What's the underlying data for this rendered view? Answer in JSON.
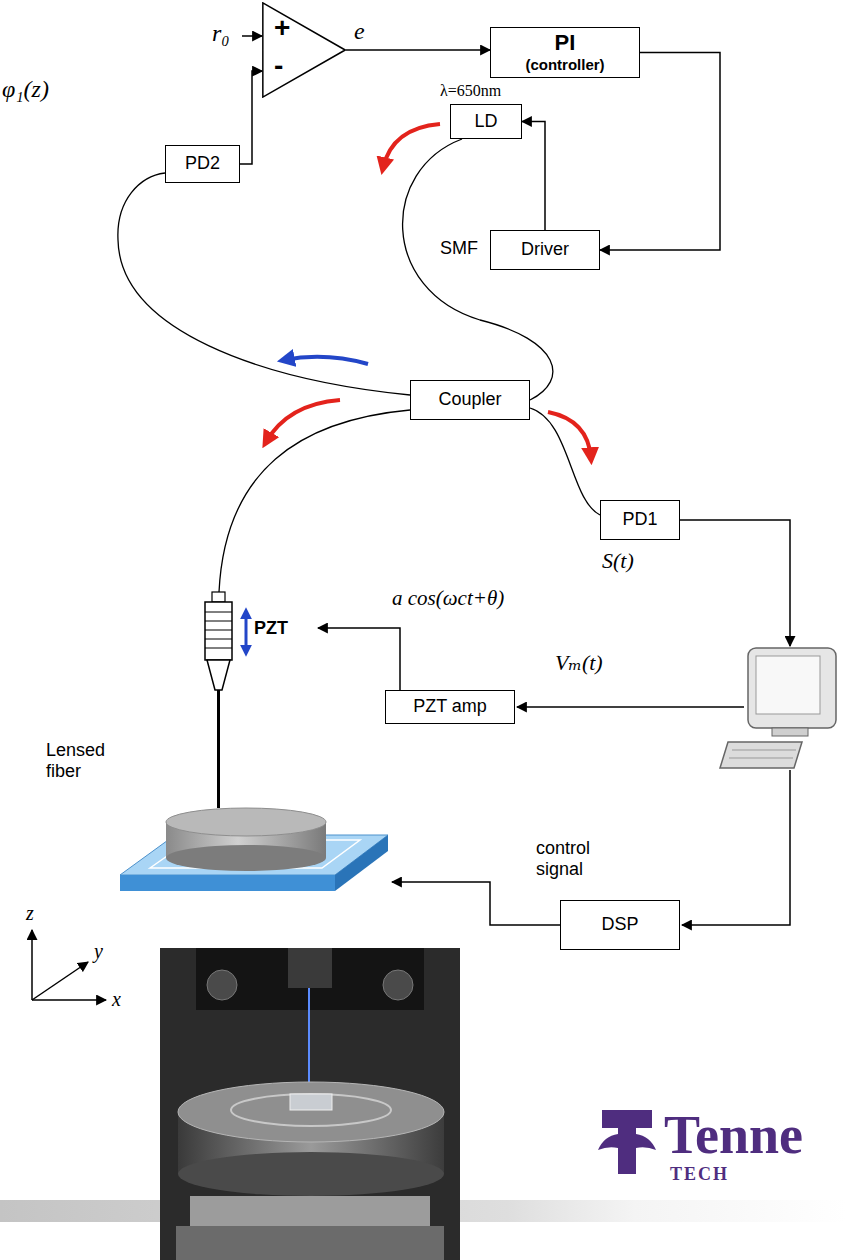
{
  "diagram": {
    "nodes": [
      {
        "text": [
          "+",
          "-"
        ]
      },
      {
        "text": [
          "PI",
          "(controller)"
        ]
      },
      {
        "text": [
          "LD"
        ]
      },
      {
        "text": [
          "PD2"
        ]
      },
      {
        "text": [
          "Driver"
        ]
      },
      {
        "text": [
          "Coupler"
        ]
      },
      {
        "text": [
          "PD1"
        ]
      },
      {
        "text": [
          "PZT amp"
        ]
      },
      {
        "text": [
          "DSP"
        ]
      }
    ],
    "edges": [
      {
        "from": 0,
        "to": 1,
        "label": "e",
        "arrow": "to"
      },
      {
        "from": 1,
        "to": 4,
        "arrow": "to"
      },
      {
        "from": 4,
        "to": 2,
        "arrow": "to"
      },
      {
        "from": 2,
        "to": 5,
        "arrow": "none"
      },
      {
        "from": 5,
        "to": 3,
        "arrow": "none"
      },
      {
        "from": 3,
        "to": 0,
        "arrow": "to"
      },
      {
        "from": 5,
        "to": 6,
        "arrow": "none"
      }
    ],
    "labels": [
      "φ₁(z)",
      "r₀",
      "λ=650nm",
      "SMF",
      "S(t)",
      "PZT",
      "a cos(ωct+θ)",
      "Vₘ(t)",
      "Lensed fiber",
      "control signal",
      "z",
      "y",
      "x",
      "Tenne",
      "TECH"
    ]
  }
}
